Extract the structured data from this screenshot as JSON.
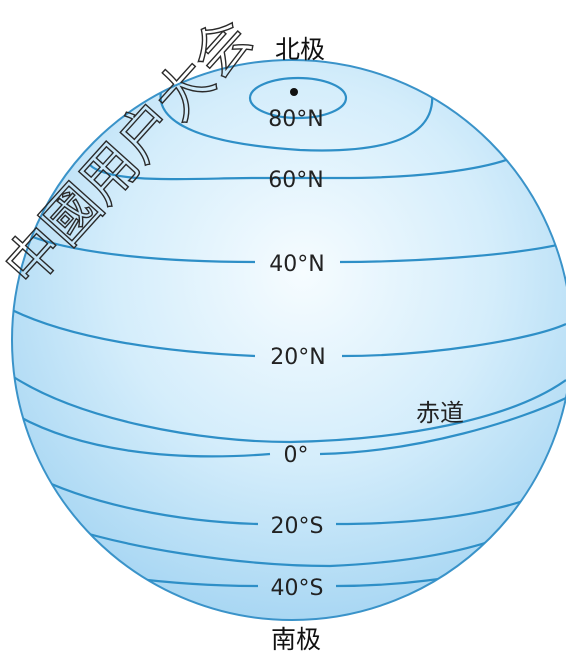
{
  "labels": {
    "north_pole": "北极",
    "south_pole": "南极",
    "equator_name": "赤道",
    "lat_80n": "80°N",
    "lat_60n": "60°N",
    "lat_40n": "40°N",
    "lat_20n": "20°N",
    "lat_0": "0°",
    "lat_20s": "20°S",
    "lat_40s": "40°S"
  },
  "watermark": {
    "text": "中國用户大会"
  },
  "colors": {
    "globe_fill_light": "#f4fbff",
    "globe_fill_mid": "#d2ecfa",
    "globe_fill_dark": "#a8d6f2",
    "line_color": "#2e8fc7",
    "outline_color": "#3a93c9",
    "text_color": "#222222"
  }
}
